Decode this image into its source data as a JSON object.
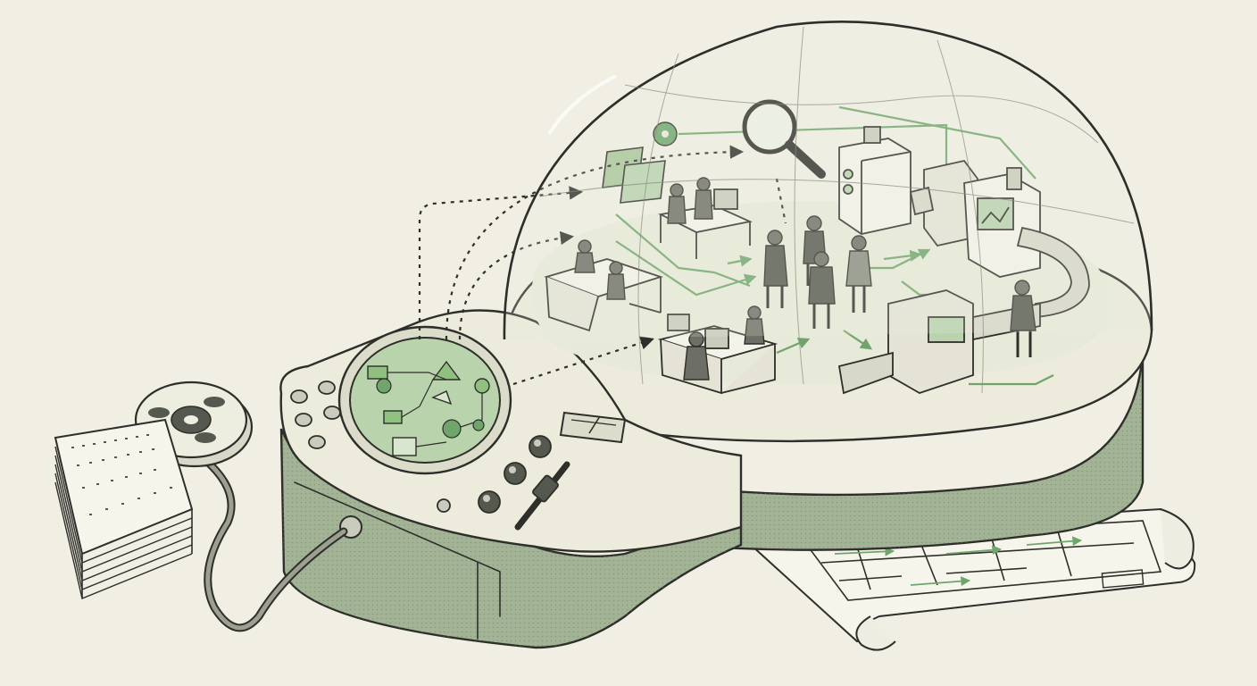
{
  "palette": {
    "paper": "#f1efe3",
    "ink": "#2e2e2a",
    "machine_green": "#a3b496",
    "machine_green_dark": "#8fa283",
    "console_cream": "#ecebdc",
    "accent_green": "#6fa56a",
    "screen_green": "#b9d3ad",
    "dome_tint": "#e7ecdf"
  },
  "scene": {
    "left": [
      "punch-card-stack",
      "tape-reel",
      "cable"
    ],
    "console": [
      "round-crt-screen",
      "push-buttons",
      "analog-meter",
      "rotary-knobs",
      "slider"
    ],
    "dome": [
      "office-desks",
      "workers",
      "meeting-group",
      "magnifying-glass",
      "factory-machines",
      "conveyor-belt"
    ],
    "output": [
      "floor-plan-printout"
    ]
  }
}
